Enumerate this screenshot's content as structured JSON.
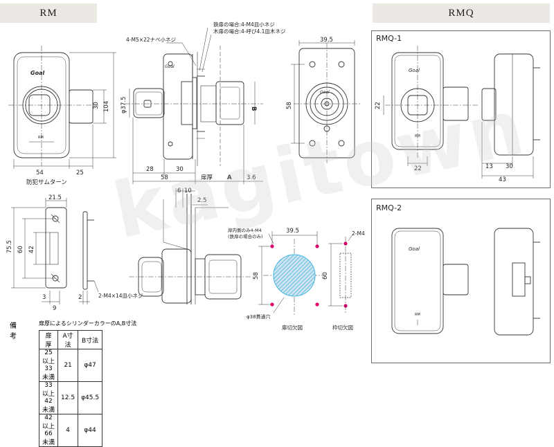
{
  "headers": {
    "rm": "RM",
    "rmq": "RMQ"
  },
  "panels": {
    "rmq1": "RMQ-1",
    "rmq2": "RMQ-2"
  },
  "brand": "Goal",
  "small_label": "RM",
  "watermark": "kagitown",
  "rm_front": {
    "w54": "54",
    "w25": "25",
    "h30": "30",
    "h104": "104",
    "caption": "防犯サムターン"
  },
  "rm_side": {
    "screw_note": "4-M5×22ナベ小ネジ",
    "steel_note": "鉄扉の場合:4-M4皿小ネジ",
    "wood_note": "木扉の場合:4-呼び4.1皿木ネジ",
    "phi": "φ37.5",
    "d28": "28",
    "d30": "30",
    "d58": "58",
    "door_thickness": "扉厚",
    "a_label": "A",
    "b_label": "B",
    "d36": "3.6"
  },
  "rm_back": {
    "w39_5": "39.5",
    "h58": "58"
  },
  "bottom_left": {
    "d21_5": "21.5",
    "d75_5": "75.5",
    "d60": "60",
    "d42": "42",
    "d3": "3",
    "d9": "9",
    "d2": "2",
    "screw_note": "2-M4×14皿小ネジ"
  },
  "bottom_mid": {
    "d6": "6",
    "d10": "10",
    "d2_5": "2.5"
  },
  "door_cut": {
    "note1": "扉内側のみ4-M4",
    "note2": "(鉄扉の場合のみ)",
    "w39_5": "39.5",
    "h58": "58",
    "hole": "φ38貫通穴",
    "caption": "扉切欠図"
  },
  "frame_cut": {
    "note": "2-M4",
    "h60": "60",
    "caption": "枠切欠図"
  },
  "rmq1_dims": {
    "h22": "22",
    "w22": "22",
    "d13": "13",
    "d30": "30",
    "d43": "43"
  },
  "notes": {
    "label": "備考",
    "title": "扉厚によるシリンダーカラーのA,B寸法",
    "headers": [
      "扉　厚",
      "A寸法",
      "B寸法"
    ],
    "rows": [
      [
        "25以上33未満",
        "21",
        "φ47"
      ],
      [
        "33以上42未満",
        "12.5",
        "φ45.5"
      ],
      [
        "42以上66未満",
        "4",
        "φ44"
      ]
    ]
  },
  "colors": {
    "line": "#333333",
    "pink": "#d9006c",
    "hole_fill": "#cfe4ef",
    "hole_hatch": "#44b6e0"
  }
}
